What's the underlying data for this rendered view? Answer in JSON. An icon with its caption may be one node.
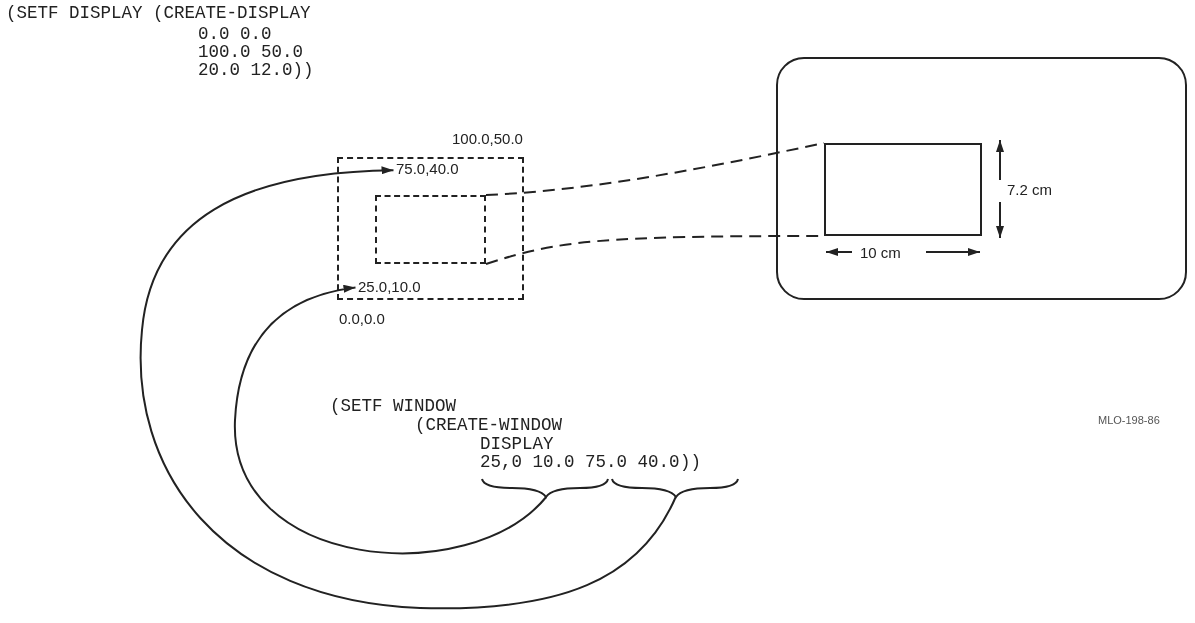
{
  "diagram": {
    "nodes": [
      {
        "text": [],
        "shape": "box",
        "beside": [
          "100.0,50.0",
          "0.0,0.0"
        ]
      },
      {
        "text": [],
        "shape": "box",
        "in": 0
      },
      {
        "text": [
          "75.0,40.0"
        ],
        "in": 0
      },
      {
        "text": [
          "25.0,10.0"
        ],
        "in": 0
      },
      {
        "text": [],
        "shape": "box"
      },
      {
        "text": [],
        "shape": "box",
        "in": 4
      },
      {
        "text": [
          "25,0 10.0"
        ]
      },
      {
        "text": [
          "75.0 40.0"
        ]
      }
    ],
    "edges": [
      {
        "from": 6,
        "to": 3,
        "arrow": "to"
      },
      {
        "from": 7,
        "to": 2,
        "arrow": "to"
      },
      {
        "from": 1,
        "to": 5,
        "arrow": "none",
        "style": "dashed"
      },
      {
        "from": 1,
        "to": 5,
        "arrow": "none",
        "style": "dashed"
      }
    ],
    "labels": [
      "(SETF DISPLAY (CREATE-DISPLAY",
      "0.0 0.0",
      "100.0 50.0",
      "20.0 12.0))",
      "7.2 cm",
      "10 cm",
      "(SETF WINDOW",
      "(CREATE-WINDOW",
      "DISPLAY",
      "))",
      "MLO-198-86"
    ]
  }
}
